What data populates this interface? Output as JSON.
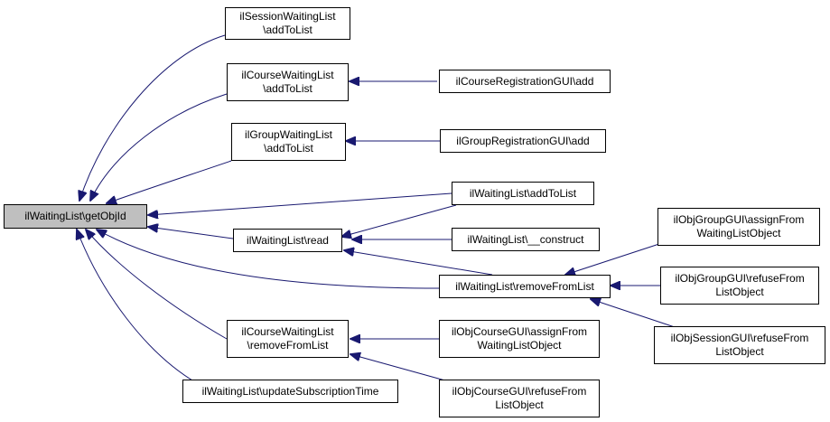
{
  "colors": {
    "edge": "#191970",
    "root_fill": "#bfbfbf",
    "node_fill": "#ffffff",
    "border": "#000000"
  },
  "nodes": {
    "root": {
      "line1": "ilWaitingList\\getObjId",
      "line2": ""
    },
    "session_add": {
      "line1": "ilSessionWaitingList",
      "line2": "\\addToList"
    },
    "course_add": {
      "line1": "ilCourseWaitingList",
      "line2": "\\addToList"
    },
    "group_add": {
      "line1": "ilGroupWaitingList",
      "line2": "\\addToList"
    },
    "wl_read": {
      "line1": "ilWaitingList\\read",
      "line2": ""
    },
    "course_remove": {
      "line1": "ilCourseWaitingList",
      "line2": "\\removeFromList"
    },
    "update_sub": {
      "line1": "ilWaitingList\\updateSubscriptionTime",
      "line2": ""
    },
    "course_reg": {
      "line1": "ilCourseRegistrationGUI\\add",
      "line2": ""
    },
    "group_reg": {
      "line1": "ilGroupRegistrationGUI\\add",
      "line2": ""
    },
    "wl_addtolist": {
      "line1": "ilWaitingList\\addToList",
      "line2": ""
    },
    "wl_construct": {
      "line1": "ilWaitingList\\__construct",
      "line2": ""
    },
    "wl_remove": {
      "line1": "ilWaitingList\\removeFromList",
      "line2": ""
    },
    "crs_assign": {
      "line1": "ilObjCourseGUI\\assignFrom",
      "line2": "WaitingListObject"
    },
    "crs_refuse": {
      "line1": "ilObjCourseGUI\\refuseFrom",
      "line2": "ListObject"
    },
    "grp_assign": {
      "line1": "ilObjGroupGUI\\assignFrom",
      "line2": "WaitingListObject"
    },
    "grp_refuse": {
      "line1": "ilObjGroupGUI\\refuseFrom",
      "line2": "ListObject"
    },
    "ses_refuse": {
      "line1": "ilObjSessionGUI\\refuseFrom",
      "line2": "ListObject"
    }
  }
}
